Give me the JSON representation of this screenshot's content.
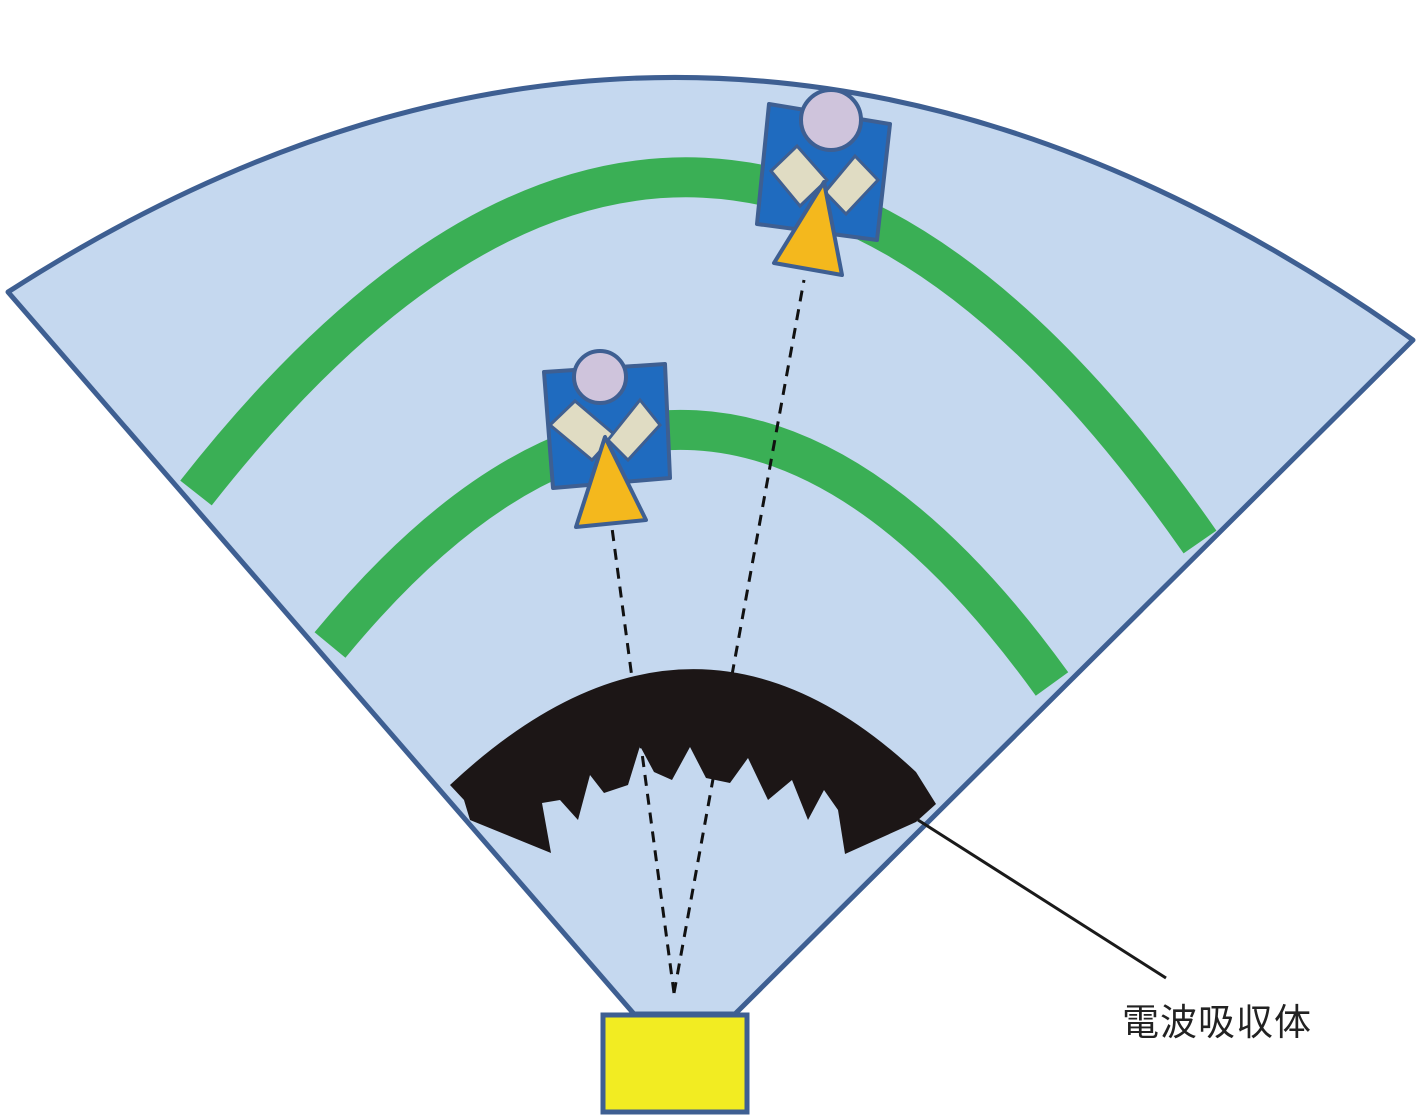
{
  "labels": {
    "absorber": "電波吸収体"
  },
  "colors": {
    "fan_fill": "#c5d8ef",
    "fan_stroke": "#3e5f92",
    "wave": "#3aaf55",
    "absorber": "#1c1616",
    "emitter": "#f2ec22",
    "person_body": "#1f6bbf",
    "person_head": "#cfc4dc",
    "person_arms": "#e0dcc3",
    "person_tag": "#f4b81d"
  },
  "elements": {
    "fan": "radar-coverage-sector",
    "waves": [
      "inner-wave-arc",
      "outer-wave-arc"
    ],
    "people": [
      "person-near",
      "person-far"
    ],
    "emitter": "radar-emitter-box",
    "absorber": "radio-wave-absorber"
  }
}
